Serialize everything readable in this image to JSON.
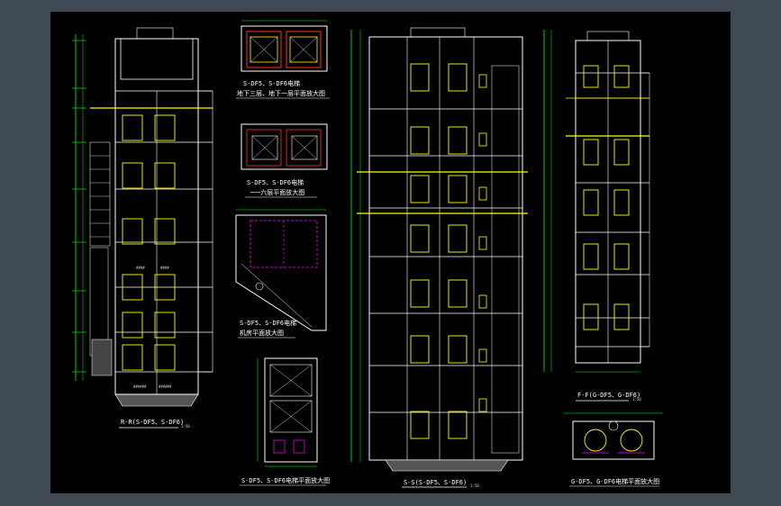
{
  "colors": {
    "background_outer": "#3f4a55",
    "sheet": "#000000",
    "wall": "#ffffff",
    "window": "#ffff00",
    "dimension": "#00ff00",
    "section_line": "#ff3030",
    "machine_room": "#ff00ff"
  },
  "drawings": {
    "section_rr": {
      "title": "R-R(S-DF5、S-DF6)",
      "scale": "1:50"
    },
    "basement_plan": {
      "title": "S-DF5、S-DF6电梯",
      "subtitle": "地下三层、地下一层平面放大图"
    },
    "first_floor_plan": {
      "title": "S-DF5、S-DF6电梯",
      "subtitle": "一~六层平面放大图"
    },
    "machine_room_plan": {
      "title": "S-DF5、S-DF6电梯",
      "subtitle": "机房平面放大图"
    },
    "pit_plan": {
      "title": "S-DF5、S-DF6电梯平面放大图"
    },
    "section_ss": {
      "title": "S-S(S-DF5、S-DF6)",
      "scale": "1:50"
    },
    "section_ff": {
      "title": "F-F(G-DF5、G-DF6)",
      "scale": "1:50"
    },
    "g_plan": {
      "title": "G-DF5、G-DF6电梯平面放大图"
    }
  }
}
